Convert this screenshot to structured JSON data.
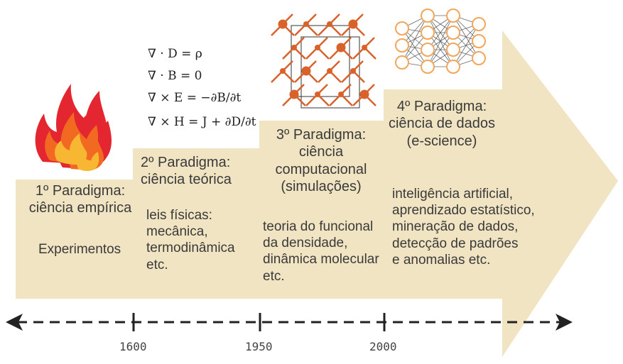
{
  "colors": {
    "staircase": "#f1e4c3",
    "fire_outer": "#e3262f",
    "fire_mid": "#f26a21",
    "fire_inner": "#f7b733",
    "structure": "#d9622b",
    "timeline": "#222222"
  },
  "paradigms": [
    {
      "title_line1": "1º Paradigma:",
      "title_line2": "ciência empírica",
      "desc": [
        "Experimentos"
      ],
      "icon": "fire-icon"
    },
    {
      "title_line1": "2º Paradigma:",
      "title_line2": "ciência teórica",
      "desc": [
        "leis físicas:",
        "mecânica,",
        "termodinâmica",
        "etc."
      ],
      "icon": "equations"
    },
    {
      "title_line1": "3º Paradigma:",
      "title_line2": "ciência",
      "title_line3": "computacional",
      "title_line4": "(simulações)",
      "desc": [
        "teoria do funcional",
        "da densidade,",
        "dinâmica molecular",
        "etc."
      ],
      "icon": "crystal-lattice-icon"
    },
    {
      "title_line1": "4º Paradigma:",
      "title_line2": "ciência de dados",
      "title_line3": "(e-science)",
      "desc": [
        "inteligência artificial,",
        "aprendizado estatístico,",
        "mineração de dados,",
        "detecção de padrões",
        "e anomalias etc."
      ],
      "icon": "neural-network-icon"
    }
  ],
  "equations": [
    "∇ · D = ρ",
    "∇ · B = 0",
    "∇ × E = −∂B/∂t",
    "∇ × H = J + ∂D/∂t"
  ],
  "timeline": {
    "years": [
      "1600",
      "1950",
      "2000"
    ]
  }
}
